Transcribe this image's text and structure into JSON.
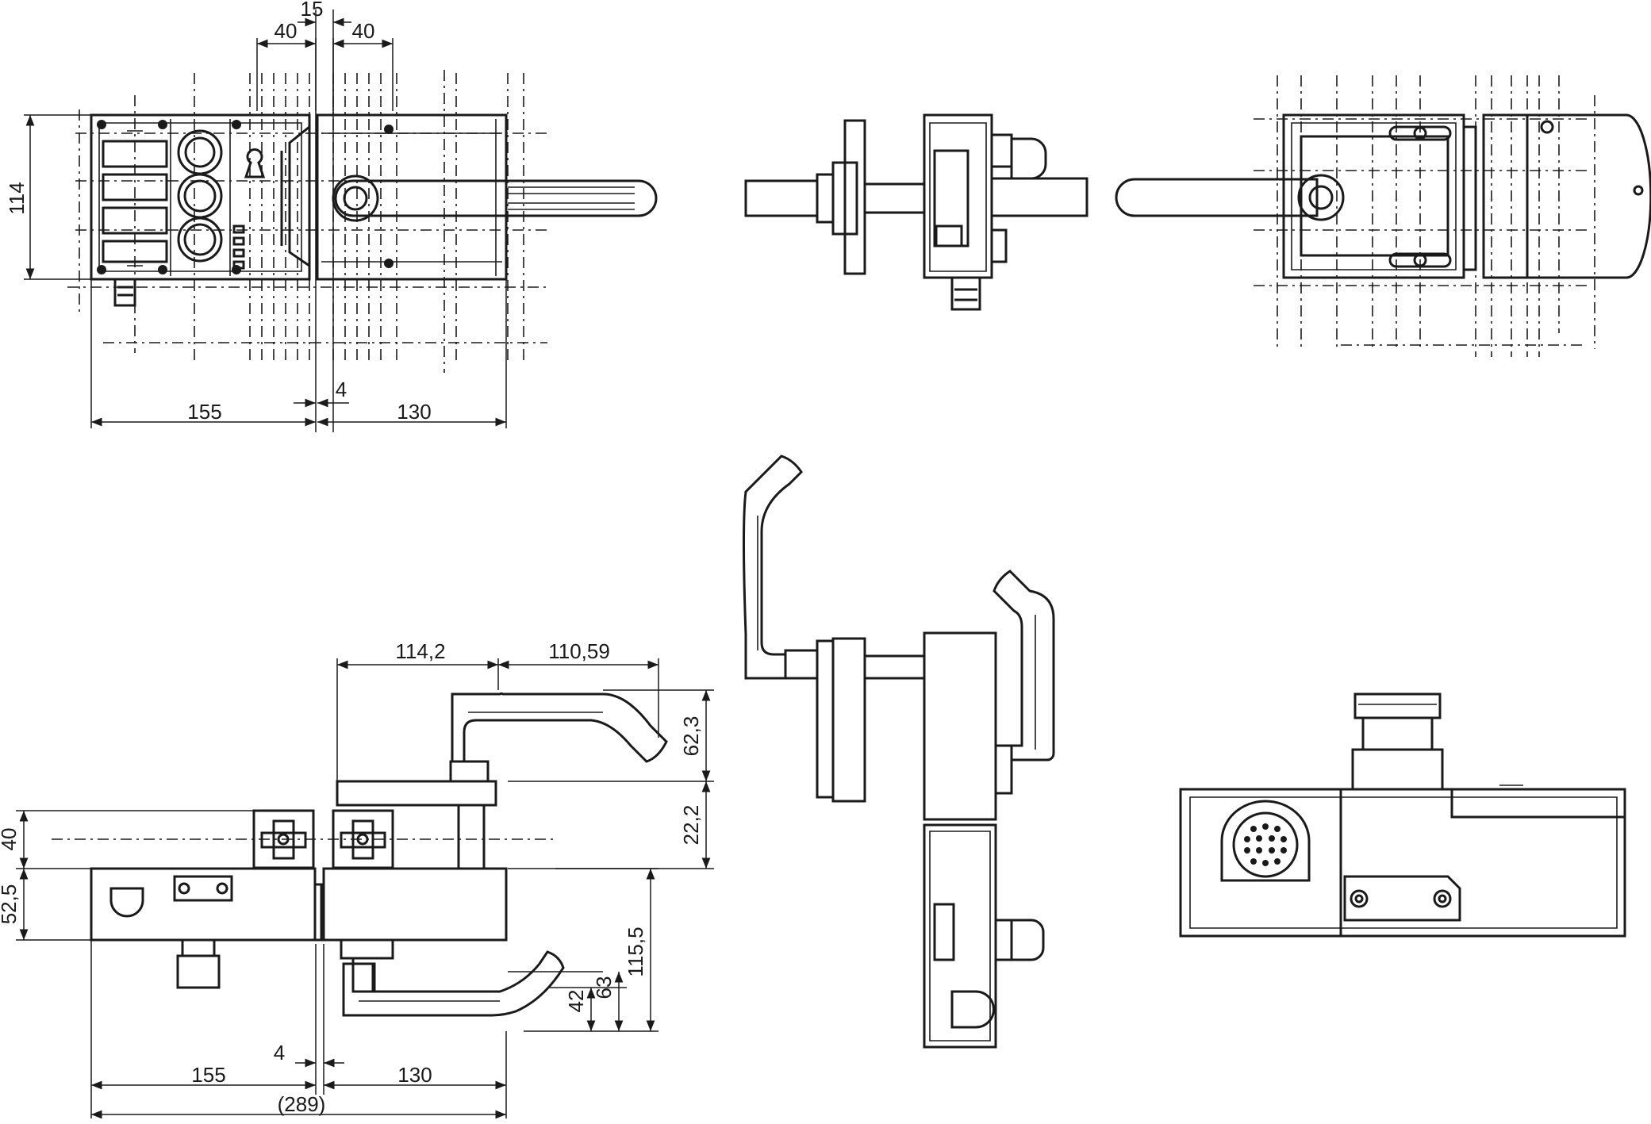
{
  "dimensions": {
    "top_left": {
      "d15": "15",
      "d40_left": "40",
      "d40_right": "40",
      "d114": "114",
      "d4": "4",
      "d155": "155",
      "d130": "130"
    },
    "bottom_left": {
      "d114_2": "114,2",
      "d110_59": "110,59",
      "d62_3": "62,3",
      "d22_2": "22,2",
      "d40": "40",
      "d52_5": "52,5",
      "d115_5": "115,5",
      "d63": "63",
      "d42": "42",
      "d4": "4",
      "d155": "155",
      "d130": "130",
      "d289": "(289)"
    }
  },
  "colors": {
    "line": "#1a1a1a",
    "background": "#ffffff"
  }
}
